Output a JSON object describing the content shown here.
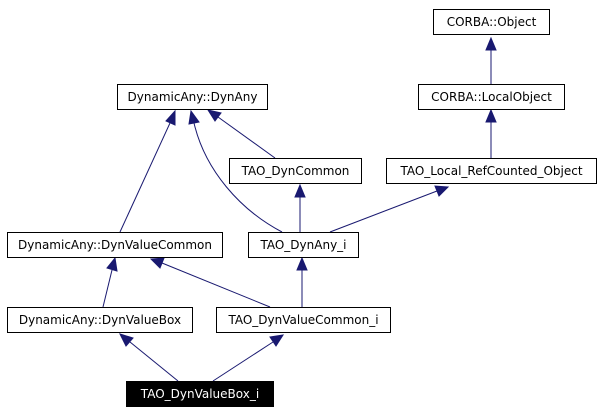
{
  "diagram": {
    "type": "class-inheritance-graph",
    "colors": {
      "edge": "#191970",
      "box_border": "#000000",
      "box_fill": "#ffffff",
      "highlight_fill": "#000000",
      "highlight_text": "#ffffff"
    },
    "nodes": {
      "corba_object": {
        "label": "CORBA::Object"
      },
      "corba_localobject": {
        "label": "CORBA::LocalObject"
      },
      "dynany": {
        "label": "DynamicAny::DynAny"
      },
      "tao_dyncommon": {
        "label": "TAO_DynCommon"
      },
      "tao_local_refcounted": {
        "label": "TAO_Local_RefCounted_Object"
      },
      "dynvaluecommon": {
        "label": "DynamicAny::DynValueCommon"
      },
      "tao_dynany_i": {
        "label": "TAO_DynAny_i"
      },
      "dynvaluebox": {
        "label": "DynamicAny::DynValueBox"
      },
      "tao_dynvaluecommon_i": {
        "label": "TAO_DynValueCommon_i"
      },
      "tao_dynvaluebox_i": {
        "label": "TAO_DynValueBox_i",
        "highlighted": true
      }
    },
    "edges": [
      {
        "from": "corba_localobject",
        "to": "corba_object"
      },
      {
        "from": "tao_local_refcounted",
        "to": "corba_localobject"
      },
      {
        "from": "tao_dyncommon",
        "to": "dynany"
      },
      {
        "from": "dynvaluecommon",
        "to": "dynany"
      },
      {
        "from": "tao_dynany_i",
        "to": "dynany"
      },
      {
        "from": "tao_dynany_i",
        "to": "tao_dyncommon"
      },
      {
        "from": "tao_dynany_i",
        "to": "tao_local_refcounted"
      },
      {
        "from": "dynvaluebox",
        "to": "dynvaluecommon"
      },
      {
        "from": "tao_dynvaluecommon_i",
        "to": "dynvaluecommon"
      },
      {
        "from": "tao_dynvaluecommon_i",
        "to": "tao_dynany_i"
      },
      {
        "from": "tao_dynvaluebox_i",
        "to": "dynvaluebox"
      },
      {
        "from": "tao_dynvaluebox_i",
        "to": "tao_dynvaluecommon_i"
      }
    ]
  }
}
